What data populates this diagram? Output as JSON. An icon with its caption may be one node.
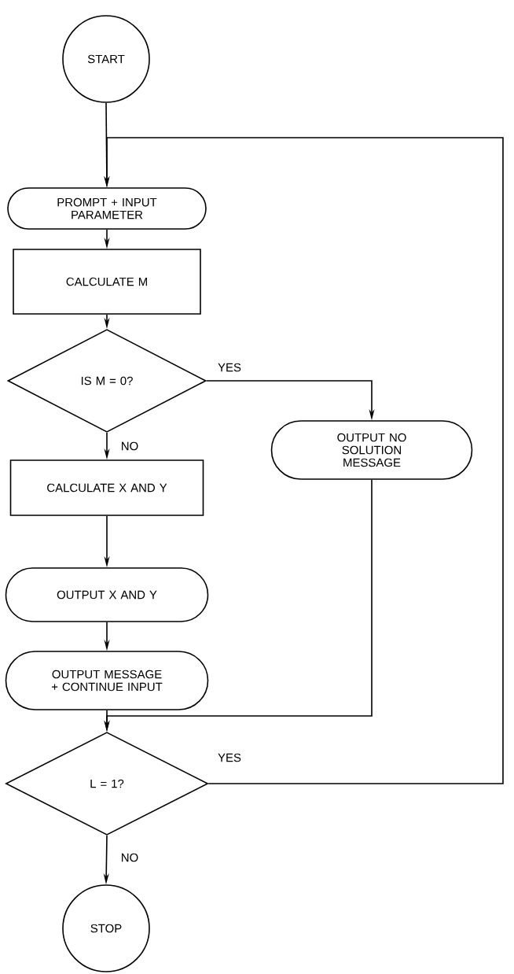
{
  "diagram": {
    "nodes": [
      {
        "text": [
          "START"
        ]
      },
      {
        "text": [
          "PROMPT + INPUT PARAMETER"
        ]
      },
      {
        "text": [
          "CALCULATE M"
        ]
      },
      {
        "text": [
          "IS M = 0?"
        ]
      },
      {
        "text": [
          "OUTPUT NO SOLUTION MESSAGE"
        ]
      },
      {
        "text": [
          "CALCULATE X AND Y"
        ]
      },
      {
        "text": [
          "OUTPUT X AND Y"
        ]
      },
      {
        "text": [
          "OUTPUT MESSAGE + CONTINUE INPUT"
        ]
      },
      {
        "text": [
          "L = 1?"
        ]
      },
      {
        "text": [
          "STOP"
        ]
      }
    ],
    "edges": [
      {
        "from": 0,
        "to": 1,
        "arrow": "to"
      },
      {
        "from": 1,
        "to": 2,
        "arrow": "to"
      },
      {
        "from": 2,
        "to": 3,
        "arrow": "to"
      },
      {
        "from": 3,
        "to": 4,
        "arrow": "to",
        "label": "YES"
      },
      {
        "from": 3,
        "to": 5,
        "arrow": "to",
        "label": "NO"
      },
      {
        "from": 5,
        "to": 6,
        "arrow": "to"
      },
      {
        "from": 6,
        "to": 7,
        "arrow": "to"
      },
      {
        "from": 7,
        "to": 8,
        "arrow": "to"
      },
      {
        "from": 4,
        "to": 8,
        "arrow": "to"
      },
      {
        "from": 8,
        "to": 1,
        "arrow": "to",
        "label": "YES"
      },
      {
        "from": 8,
        "to": 9,
        "arrow": "to",
        "label": "NO"
      }
    ]
  }
}
